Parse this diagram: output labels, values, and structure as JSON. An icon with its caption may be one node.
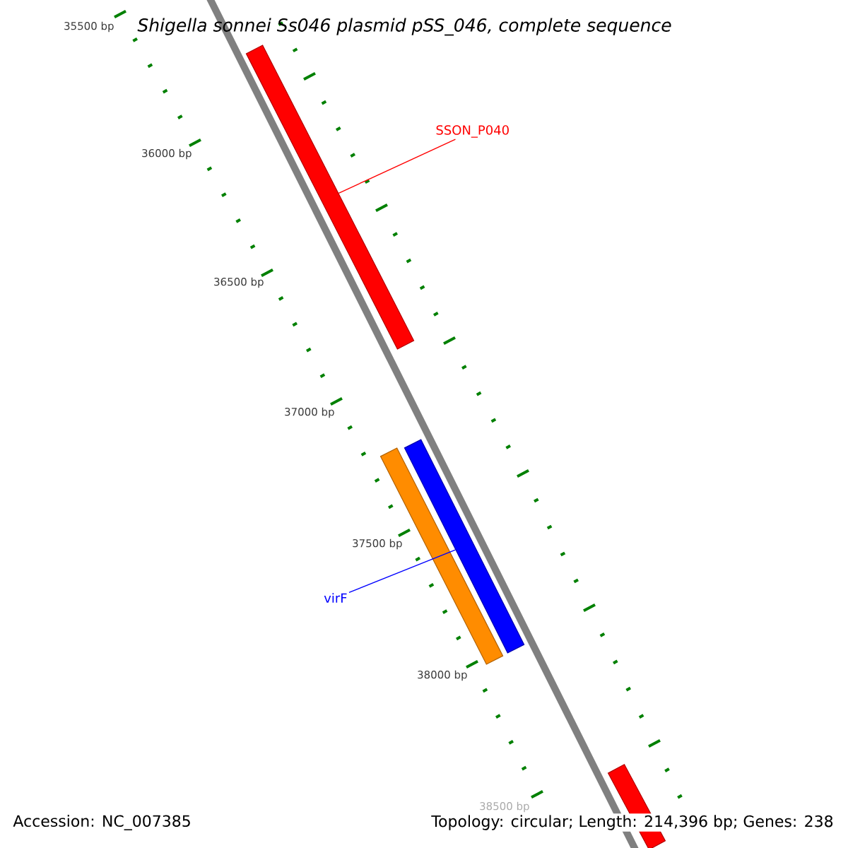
{
  "diagram": {
    "title": "Shigella sonnei Ss046 plasmid pSS_046, complete sequence",
    "nodes": [
      {
        "text": [
          "SSON_P040"
        ]
      },
      {
        "text": [],
        "shape": "bar"
      },
      {
        "text": [
          "virF"
        ]
      },
      {
        "text": [],
        "shape": "bar"
      },
      {
        "text": [],
        "shape": "bar"
      },
      {
        "text": [],
        "shape": "bar"
      }
    ],
    "edges": [
      {
        "from": 0,
        "to": 1,
        "arrow": "none",
        "color": "#ff0000"
      },
      {
        "from": 2,
        "to": 3,
        "arrow": "none",
        "color": "#0000ff"
      }
    ],
    "labels": [
      "35500 bp",
      "36000 bp",
      "36500 bp",
      "37000 bp",
      "37500 bp",
      "38000 bp",
      "38500 bp",
      "Accession: NC_007385",
      "Topology: circular; Length: 214,396 bp; Genes: 238"
    ]
  }
}
